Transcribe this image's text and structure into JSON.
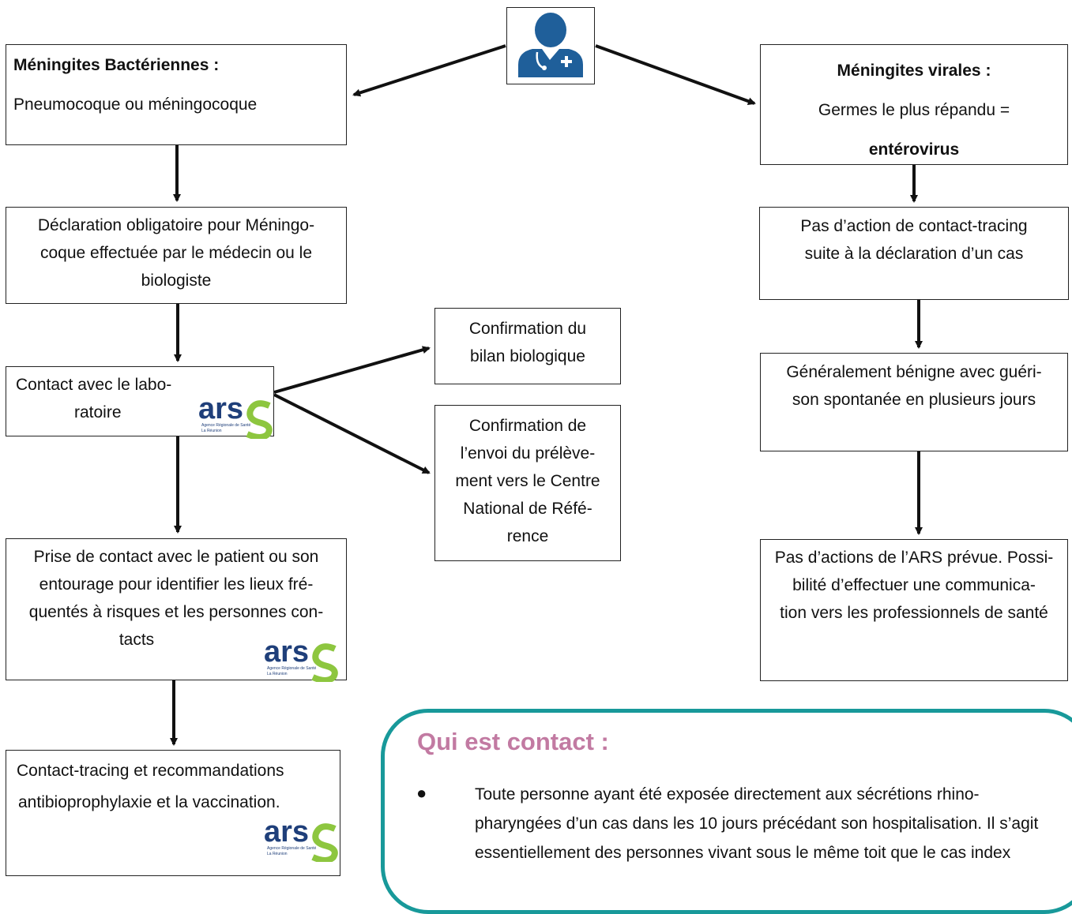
{
  "left_column": {
    "bacterial_box": {
      "title": "Méningites Bactériennes :",
      "body": "Pneumocoque ou méningocoque"
    },
    "declaration_box": {
      "line1": "Déclaration obligatoire pour Méningo-",
      "line2": "coque effectuée  par le médecin ou le",
      "line3": "biologiste"
    },
    "lab_contact_box": {
      "line1": "Contact avec le labo-",
      "line2": "ratoire"
    },
    "patient_contact_box": {
      "line1": "Prise de contact avec le patient ou son",
      "line2": "entourage pour identifier les lieux fré-",
      "line3": "quentés à risques et les  personnes con-",
      "line4": "tacts"
    },
    "tracing_box": {
      "line1": "Contact-tracing et recommandations",
      "line2": "antibioprophylaxie et la vaccination."
    }
  },
  "middle_column": {
    "confirm_bilan_box": {
      "line1": "Confirmation du",
      "line2": "bilan biologique"
    },
    "confirm_envoi_box": {
      "line1": "Confirmation de",
      "line2": "l’envoi du prélève-",
      "line3": "ment vers le Centre",
      "line4": "National de Réfé-",
      "line5": "rence"
    }
  },
  "right_column": {
    "viral_box": {
      "title": "Méningites virales :",
      "line1": "Germes le plus répandu =",
      "line2": "entérovirus"
    },
    "no_tracing_box": {
      "line1": "Pas d’action de contact-tracing",
      "line2": "suite à la déclaration d’un cas"
    },
    "benign_box": {
      "line1": "Généralement bénigne avec guéri-",
      "line2": "son spontanée en plusieurs jours"
    },
    "no_ars_action_box": {
      "line1": "Pas d’actions de l’ARS prévue. Possi-",
      "line2": "bilité d’effectuer une communica-",
      "line3": "tion vers les professionnels de santé"
    }
  },
  "ars_logo": {
    "wordmark": "ars",
    "subtitle1": "Agence Régionale de Santé",
    "subtitle2": "La Réunion"
  },
  "contact_card": {
    "title": "Qui est contact :",
    "bullet_line1": "Toute personne ayant été exposée directement aux sécrétions rhino-",
    "bullet_line2": "pharyngées d’un cas dans les 10 jours précédant son hospitalisation. Il s’agit",
    "bullet_line3": "essentiellement des personnes vivant sous le même toit que le cas index"
  },
  "colors": {
    "doctor_icon": "#1f5f9a",
    "ars_blue": "#1f3f7a",
    "ars_green": "#8dc63f",
    "card_border": "#18999a",
    "card_title": "#c27aa2"
  },
  "icons": [
    "doctor-icon",
    "ars-logo"
  ]
}
